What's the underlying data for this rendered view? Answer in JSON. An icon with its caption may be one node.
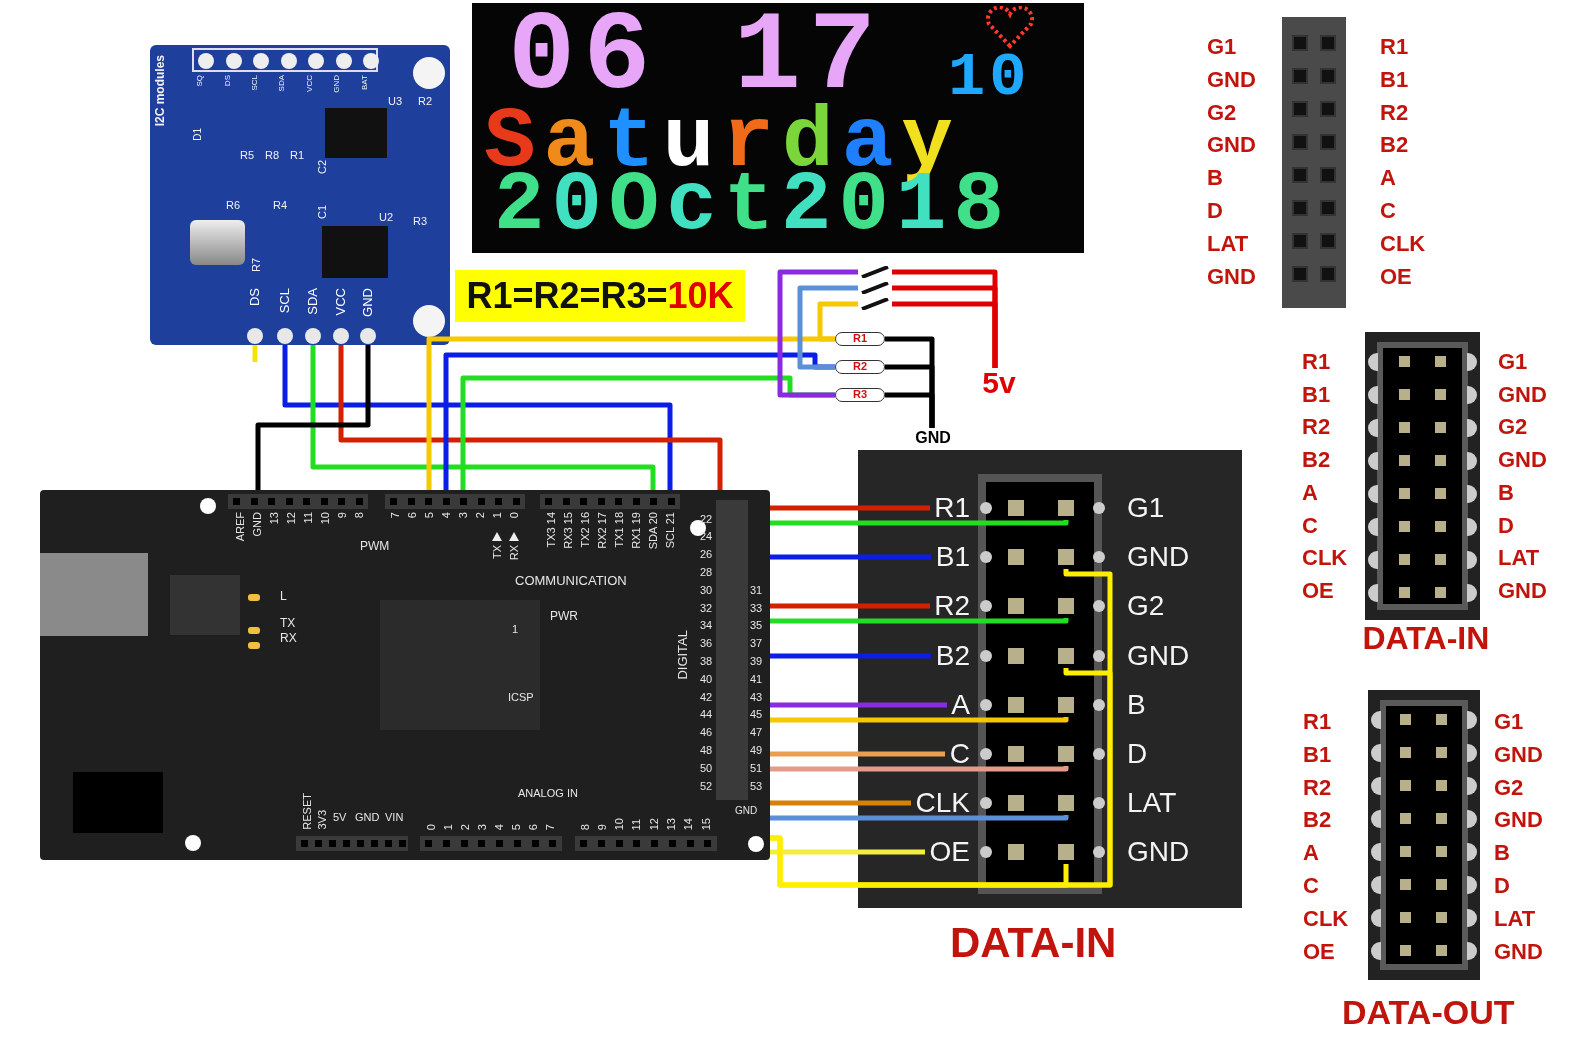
{
  "diagram": {
    "nodes": [
      {
        "text": [
          "I2C modules",
          "SQ",
          "DS",
          "SCL",
          "SDA",
          "VCC",
          "GND",
          "BAT",
          "D1",
          "R5",
          "R8",
          "R1",
          "U3",
          "R2",
          "C2",
          "C1",
          "R6",
          "R4",
          "U2",
          "R3",
          "R7"
        ]
      },
      {
        "text": [
          "DS"
        ],
        "in": 0
      },
      {
        "text": [
          "SCL"
        ],
        "in": 0
      },
      {
        "text": [
          "SDA"
        ],
        "in": 0
      },
      {
        "text": [
          "VCC"
        ],
        "in": 0
      },
      {
        "text": [
          "GND"
        ],
        "in": 0
      },
      {
        "text": [
          "06 17",
          "10",
          "Saturday",
          "20Oct2018"
        ]
      },
      {
        "text": [],
        "shape": "switch"
      },
      {
        "text": [],
        "shape": "switch"
      },
      {
        "text": [],
        "shape": "switch"
      },
      {
        "text": [
          "R1"
        ]
      },
      {
        "text": [
          "R2"
        ]
      },
      {
        "text": [
          "R3"
        ]
      },
      {
        "text": [
          "5v"
        ]
      },
      {
        "text": [
          "GND"
        ]
      },
      {
        "text": [],
        "shape": "box",
        "beside": [
          "G1",
          "R1",
          "GND",
          "B1",
          "G2",
          "R2",
          "GND",
          "B2",
          "B",
          "A",
          "D",
          "C",
          "LAT",
          "CLK",
          "GND",
          "OE"
        ]
      },
      {
        "text": [
          "DATA-IN"
        ],
        "beside": [
          "R1",
          "G1",
          "B1",
          "GND",
          "R2",
          "G2",
          "B2",
          "GND",
          "A",
          "B",
          "C",
          "D",
          "CLK",
          "LAT",
          "OE",
          "GND"
        ]
      },
      {
        "text": [
          "AREF",
          "GND",
          "13",
          "12",
          "11",
          "10",
          "9",
          "8",
          "7",
          "6",
          "5",
          "4",
          "3",
          "2",
          "1",
          "0",
          "TX3 14",
          "RX3 15",
          "TX2 16",
          "RX2 17",
          "TX1 18",
          "RX1 19",
          "SDA 20",
          "SCL 21",
          "PWM",
          "TX",
          "RX",
          "COMMUNICATION",
          "L",
          "TX",
          "RX",
          "PWR",
          "1",
          "ICSP",
          "DIGITAL",
          "22",
          "24",
          "26",
          "28",
          "30",
          "32",
          "34",
          "36",
          "38",
          "40",
          "42",
          "44",
          "46",
          "48",
          "50",
          "52",
          "31",
          "33",
          "35",
          "37",
          "39",
          "41",
          "43",
          "45",
          "47",
          "49",
          "51",
          "53",
          "ANALOG IN",
          "RESET",
          "3V3",
          "5V",
          "GND",
          "VIN",
          "0",
          "1",
          "2",
          "3",
          "4",
          "5",
          "6",
          "7",
          "8",
          "9",
          "10",
          "11",
          "12",
          "13",
          "14",
          "15",
          "GND"
        ]
      },
      {
        "text": [
          "DATA-IN"
        ]
      },
      {
        "text": [
          "R1"
        ],
        "in": 18
      },
      {
        "text": [
          "G1"
        ],
        "in": 18
      },
      {
        "text": [
          "B1"
        ],
        "in": 18
      },
      {
        "text": [
          "GND"
        ],
        "in": 18
      },
      {
        "text": [
          "R2"
        ],
        "in": 18
      },
      {
        "text": [
          "G2"
        ],
        "in": 18
      },
      {
        "text": [
          "B2"
        ],
        "in": 18
      },
      {
        "text": [
          "GND"
        ],
        "in": 18
      },
      {
        "text": [
          "A"
        ],
        "in": 18
      },
      {
        "text": [
          "B"
        ],
        "in": 18
      },
      {
        "text": [
          "C"
        ],
        "in": 18
      },
      {
        "text": [
          "D"
        ],
        "in": 18
      },
      {
        "text": [
          "CLK"
        ],
        "in": 18
      },
      {
        "text": [
          "LAT"
        ],
        "in": 18
      },
      {
        "text": [
          "OE"
        ],
        "in": 18
      },
      {
        "text": [
          "GND"
        ],
        "in": 18
      },
      {
        "text": [
          "DATA-OUT"
        ],
        "beside": [
          "R1",
          "G1",
          "B1",
          "GND",
          "R2",
          "G2",
          "B2",
          "GND",
          "A",
          "B",
          "C",
          "D",
          "CLK",
          "LAT",
          "OE",
          "GND"
        ]
      }
    ],
    "edges": [
      {
        "from": 1,
        "to": null,
        "arrow": "none",
        "color": "#f2e600"
      },
      {
        "from": 2,
        "to": 17,
        "arrow": "none",
        "color": "#0a1ee8"
      },
      {
        "from": 3,
        "to": 17,
        "arrow": "none",
        "color": "#22dd22"
      },
      {
        "from": 4,
        "to": 17,
        "arrow": "none",
        "color": "#d42000"
      },
      {
        "from": 5,
        "to": 17,
        "arrow": "none",
        "color": "#000000"
      },
      {
        "from": 17,
        "to": 10,
        "arrow": "none",
        "color": "#f5c800"
      },
      {
        "from": 17,
        "to": 11,
        "arrow": "none",
        "color": "#0a1ee8"
      },
      {
        "from": 17,
        "to": 12,
        "arrow": "none",
        "color": "#22dd22"
      },
      {
        "from": 7,
        "to": 12,
        "arrow": "none",
        "color": "#8a2be2"
      },
      {
        "from": 8,
        "to": 11,
        "arrow": "none",
        "color": "#5b8fd6"
      },
      {
        "from": 9,
        "to": 10,
        "arrow": "none",
        "color": "#f5c800"
      },
      {
        "from": 7,
        "to": 13,
        "arrow": "none",
        "color": "#e00000"
      },
      {
        "from": 8,
        "to": 13,
        "arrow": "none",
        "color": "#e00000"
      },
      {
        "from": 9,
        "to": 13,
        "arrow": "none",
        "color": "#e00000"
      },
      {
        "from": 10,
        "to": 14,
        "arrow": "none",
        "color": "#000000"
      },
      {
        "from": 11,
        "to": 14,
        "arrow": "none",
        "color": "#000000"
      },
      {
        "from": 12,
        "to": 14,
        "arrow": "none",
        "color": "#000000"
      },
      {
        "from": 17,
        "to": 19,
        "arrow": "none",
        "color": "#d42000"
      },
      {
        "from": 17,
        "to": 20,
        "arrow": "none",
        "color": "#22dd22"
      },
      {
        "from": 17,
        "to": 21,
        "arrow": "none",
        "color": "#0a1ee8"
      },
      {
        "from": 17,
        "to": 22,
        "arrow": "none",
        "color": "#ffee00"
      },
      {
        "from": 17,
        "to": 23,
        "arrow": "none",
        "color": "#d42000"
      },
      {
        "from": 17,
        "to": 24,
        "arrow": "none",
        "color": "#22dd22"
      },
      {
        "from": 17,
        "to": 25,
        "arrow": "none",
        "color": "#0a1ee8"
      },
      {
        "from": 17,
        "to": 26,
        "arrow": "none",
        "color": "#ffee00"
      },
      {
        "from": 17,
        "to": 27,
        "arrow": "none",
        "color": "#8a2be2"
      },
      {
        "from": 17,
        "to": 28,
        "arrow": "none",
        "color": "#f5c800"
      },
      {
        "from": 17,
        "to": 29,
        "arrow": "none",
        "color": "#e8a050"
      },
      {
        "from": 17,
        "to": 30,
        "arrow": "none",
        "color": "#e89a8a"
      },
      {
        "from": 17,
        "to": 31,
        "arrow": "none",
        "color": "#d4820a"
      },
      {
        "from": 17,
        "to": 32,
        "arrow": "none",
        "color": "#5b8fd6"
      },
      {
        "from": 17,
        "to": 33,
        "arrow": "none",
        "color": "#f2ee40"
      },
      {
        "from": 17,
        "to": 34,
        "arrow": "none",
        "color": "#ffee00"
      }
    ],
    "labels": [
      "R1=R2=R3=10K"
    ]
  }
}
